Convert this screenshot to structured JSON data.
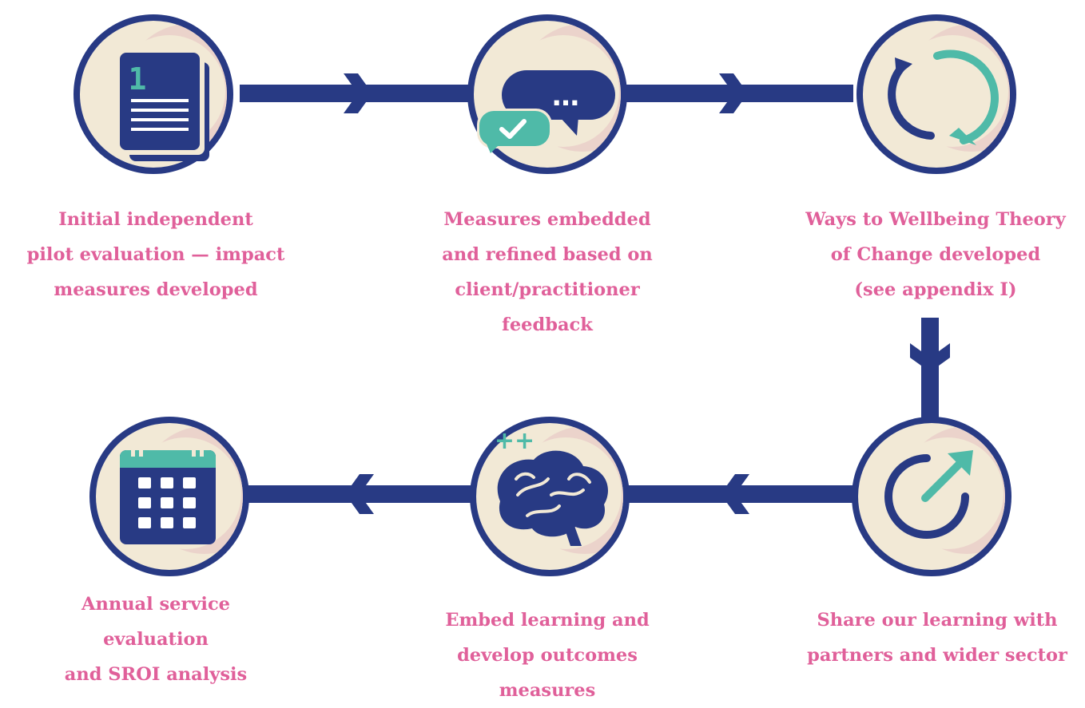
{
  "colors": {
    "navy": "#283a84",
    "teal": "#4fbaa8",
    "pink_text": "#e0609a",
    "cream": "#f2e9d6",
    "blush": "#ebd3cb"
  },
  "steps": [
    {
      "icon": "document-icon",
      "badge_text": "1",
      "caption": [
        "Initial independent",
        "pilot evaluation — impact",
        "measures developed"
      ]
    },
    {
      "icon": "chat-bubbles-icon",
      "badge_text": "…",
      "caption": [
        "Measures embedded",
        "and refined based on",
        "client/practitioner",
        "feedback"
      ]
    },
    {
      "icon": "cycle-arrows-icon",
      "caption": [
        "Ways to Wellbeing Theory",
        "of Change developed",
        "(see appendix I)"
      ]
    },
    {
      "icon": "share-arrow-icon",
      "caption": [
        "Share our learning with",
        "partners and wider sector"
      ]
    },
    {
      "icon": "brain-icon",
      "badge_text": "++",
      "caption": [
        "Embed learning and",
        "develop outcomes",
        "measures"
      ]
    },
    {
      "icon": "calendar-icon",
      "caption": [
        "Annual service",
        "evaluation",
        "and SROI analysis"
      ]
    }
  ]
}
